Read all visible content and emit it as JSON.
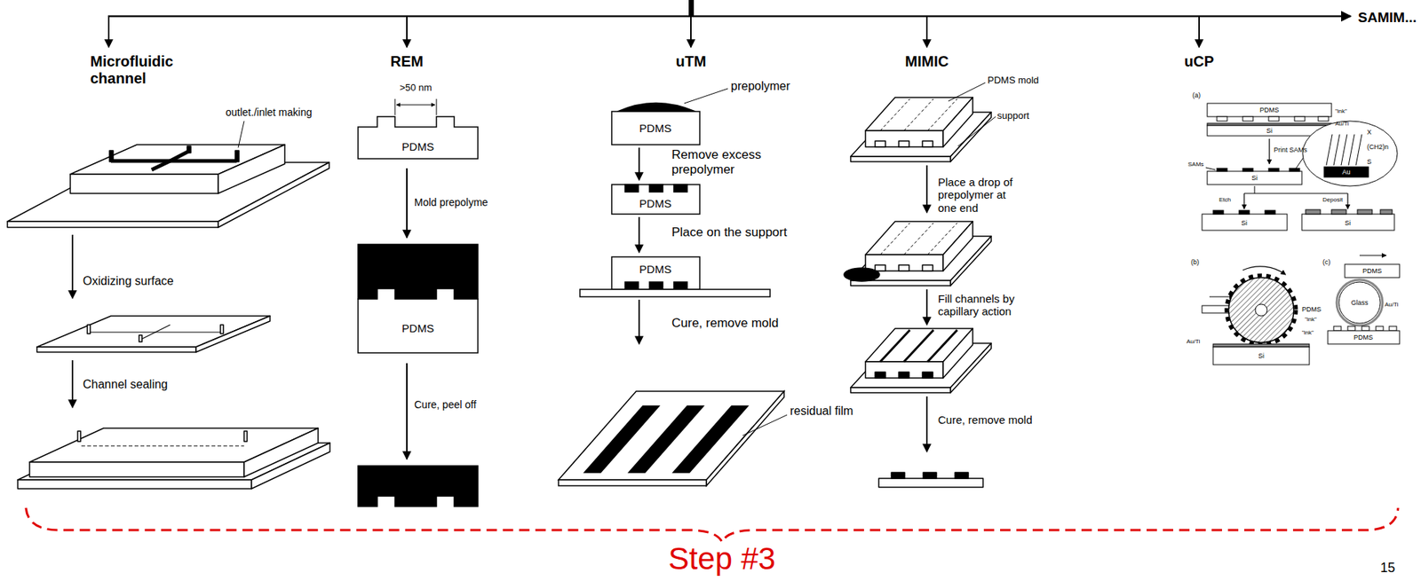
{
  "diagram": {
    "labels": [
      "SAMIM...",
      "Microfluidic channel",
      "REM",
      "uTM",
      "MIMIC",
      "uCP",
      "outlet./inlet making",
      "Oxidizing surface",
      "Channel sealing",
      ">50 nm",
      "PDMS",
      "Mold prepolyme",
      "PDMS",
      "Cure, peel off",
      "prepolymer",
      "PDMS",
      "Remove excess prepolymer",
      "PDMS",
      "Place on the support",
      "PDMS",
      "Cure, remove mold",
      "residual film",
      "PDMS mold",
      "support",
      "Place a drop of prepolymer at one end",
      "Fill channels by capillary action",
      "Cure, remove mold",
      "(a)",
      "PDMS",
      "\"ink\"",
      "Au/Ti",
      "Si",
      "Print SAMs",
      "SAMs",
      "Au",
      "X",
      "(CH2)n",
      "S",
      "Si",
      "Etch",
      "Deposit",
      "Si",
      "Si",
      "(b)",
      "\"ink\"",
      "PDMS",
      "Au/Ti",
      "Si",
      "(c)",
      "PDMS",
      "Au/Ti",
      "Glass",
      "\"ink\"",
      "PDMS",
      "Step #3",
      "15"
    ]
  }
}
